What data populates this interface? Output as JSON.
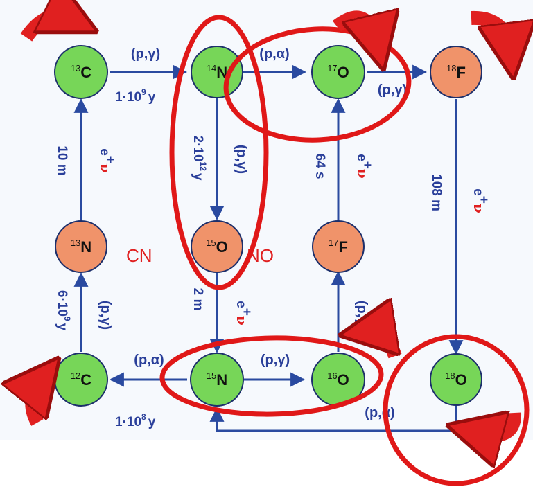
{
  "colors": {
    "stable": "#77d658",
    "unstable": "#f0936a",
    "node_stroke": "#1c2f6b",
    "arrow": "#2a4aa0",
    "label": "#2a3f9a",
    "highlight": "#e01818"
  },
  "nuclides": {
    "c13": {
      "mass": "13",
      "el": "C"
    },
    "n14": {
      "mass": "14",
      "el": "N"
    },
    "o17": {
      "mass": "17",
      "el": "O"
    },
    "f18": {
      "mass": "18",
      "el": "F"
    },
    "n13": {
      "mass": "13",
      "el": "N"
    },
    "o15": {
      "mass": "15",
      "el": "O"
    },
    "f17": {
      "mass": "17",
      "el": "F"
    },
    "c12": {
      "mass": "12",
      "el": "C"
    },
    "n15": {
      "mass": "15",
      "el": "N"
    },
    "o16": {
      "mass": "16",
      "el": "O"
    },
    "o18": {
      "mass": "18",
      "el": "O"
    }
  },
  "cycles": {
    "cn": "CN",
    "no": "NO"
  },
  "reactions": {
    "c13_n14": "(p,γ)",
    "n14_o17": "(p,α)",
    "o17_f18": "(p,γ)",
    "n14_o15": "(p,γ)",
    "c12_n13": "(p,γ)",
    "n15_c12": "(p,α)",
    "n15_o16": "(p,γ)",
    "o16_f17": "(p,γ)",
    "o18_n15": "(p,α)"
  },
  "times": {
    "c13_n14": {
      "base": "1·10",
      "exp": "9",
      "unit": "y"
    },
    "n14_o15": {
      "base": "2·10",
      "exp": "12",
      "unit": "y"
    },
    "n13_c13": {
      "base": "10 m"
    },
    "f17_o17": {
      "base": "64 s"
    },
    "f18_o18": {
      "base": "108 m"
    },
    "c12_n13": {
      "base": "6·10",
      "exp": "9",
      "unit": "y"
    },
    "o15_n15": {
      "base": "2 m"
    },
    "n15_c12": {
      "base": "1·10",
      "exp": "8",
      "unit": "y"
    }
  },
  "decay": {
    "e": "e",
    "plus": "+",
    "nu": "ν"
  }
}
